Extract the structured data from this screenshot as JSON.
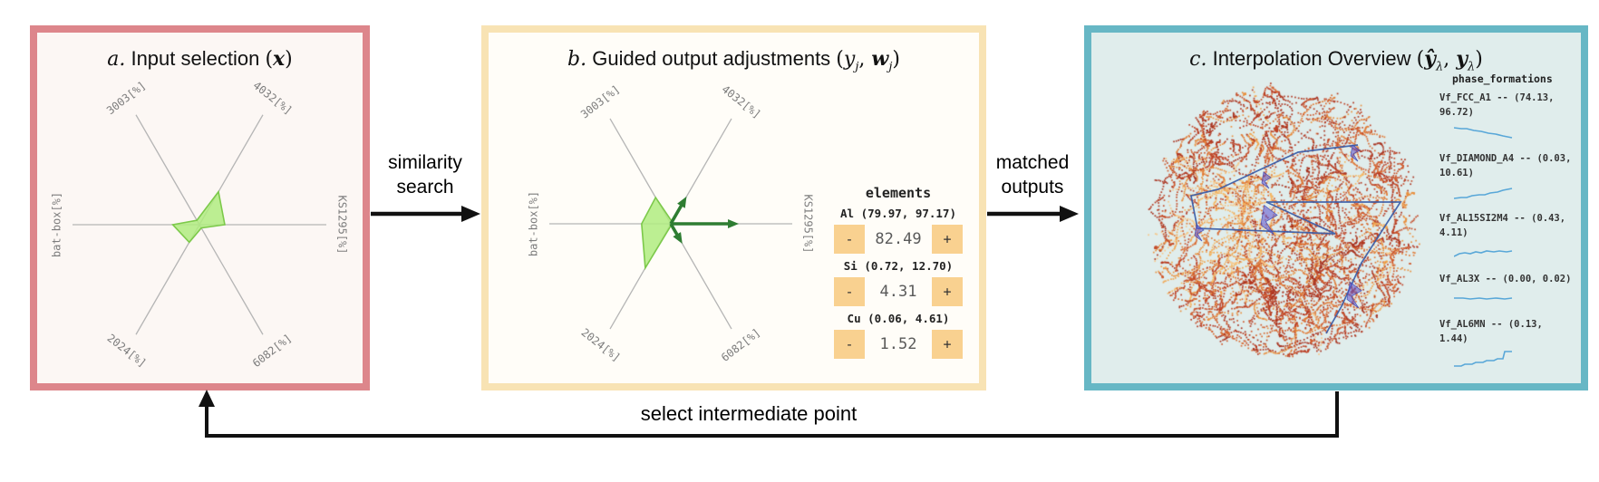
{
  "panels": {
    "a": {
      "title": {
        "pre": "a.",
        "main": " Input selection ",
        "lp": "(",
        "x": "x",
        "rp": ")"
      }
    },
    "b": {
      "title": {
        "pre": "b.",
        "main": " Guided output adjustments ",
        "lp": "(",
        "y": "y",
        "ysub": "j",
        "comma": ", ",
        "w": "w",
        "wsub": "j",
        "rp": ")"
      },
      "elements": {
        "header": "elements",
        "rows": [
          {
            "label": "Al (79.97, 97.17)",
            "value": "82.49",
            "minus": "-",
            "plus": "+"
          },
          {
            "label": "Si (0.72, 12.70)",
            "value": "4.31",
            "minus": "-",
            "plus": "+"
          },
          {
            "label": "Cu (0.06, 4.61)",
            "value": "1.52",
            "minus": "-",
            "plus": "+"
          }
        ]
      }
    },
    "c": {
      "title": {
        "pre": "c.",
        "main": " Interpolation Overview ",
        "lp": "(",
        "yhat": "ŷ",
        "s1": "λ",
        "comma": ", ",
        "y": "y",
        "s2": "λ",
        "rp": ")"
      },
      "phase_formations": {
        "header": "phase_formations",
        "items": [
          {
            "label": "Vf_FCC_A1 -- (74.13, 96.72)",
            "spark": [
              [
                0,
                5
              ],
              [
                8,
                6
              ],
              [
                14,
                6
              ],
              [
                22,
                8
              ],
              [
                30,
                9
              ],
              [
                38,
                11
              ],
              [
                46,
                12
              ],
              [
                54,
                14
              ],
              [
                64,
                16
              ]
            ]
          },
          {
            "label": "Vf_DIAMOND_A4 -- (0.03, 10.61)",
            "spark": [
              [
                0,
                17
              ],
              [
                8,
                16
              ],
              [
                14,
                16
              ],
              [
                20,
                14
              ],
              [
                28,
                13
              ],
              [
                34,
                13
              ],
              [
                40,
                11
              ],
              [
                48,
                10
              ],
              [
                54,
                8
              ],
              [
                64,
                6
              ]
            ]
          },
          {
            "label": "Vf_AL15SI2M4 -- (0.43, 4.11)",
            "spark": [
              [
                0,
                14
              ],
              [
                6,
                11
              ],
              [
                12,
                10
              ],
              [
                18,
                11
              ],
              [
                24,
                9
              ],
              [
                30,
                10
              ],
              [
                36,
                8
              ],
              [
                44,
                9
              ],
              [
                50,
                8
              ],
              [
                58,
                9
              ],
              [
                64,
                8
              ]
            ]
          },
          {
            "label": "Vf_AL3X -- (0.00, 0.02)",
            "spark": [
              [
                0,
                10
              ],
              [
                10,
                10
              ],
              [
                18,
                11
              ],
              [
                28,
                10
              ],
              [
                36,
                11
              ],
              [
                46,
                10
              ],
              [
                56,
                11
              ],
              [
                64,
                10
              ]
            ]
          },
          {
            "label": "Vf_AL6MN -- (0.13, 1.44)",
            "spark": [
              [
                0,
                19
              ],
              [
                8,
                19
              ],
              [
                12,
                17
              ],
              [
                20,
                17
              ],
              [
                24,
                15
              ],
              [
                32,
                15
              ],
              [
                36,
                13
              ],
              [
                44,
                13
              ],
              [
                48,
                11
              ],
              [
                54,
                11
              ],
              [
                56,
                3
              ],
              [
                64,
                3
              ]
            ]
          }
        ]
      }
    }
  },
  "arrows": {
    "similarity": {
      "line1": "similarity",
      "line2": "search"
    },
    "matched": {
      "line1": "matched",
      "line2": "outputs"
    },
    "feedback": {
      "label": "select intermediate point"
    }
  },
  "chart_data": [
    {
      "id": "radar_input",
      "type": "radar",
      "axes": [
        {
          "label": "KS1295[%]",
          "angle": 0,
          "label_rot": 90
        },
        {
          "label": "4032[%]",
          "angle": 60,
          "label_rot": 38
        },
        {
          "label": "3003[%]",
          "angle": 120,
          "label_rot": -38
        },
        {
          "label": "bat-box[%]",
          "angle": 180,
          "label_rot": -90
        },
        {
          "label": "2024[%]",
          "angle": 240,
          "label_rot": 38
        },
        {
          "label": "6082[%]",
          "angle": 300,
          "label_rot": -38
        }
      ],
      "values": [
        0.2,
        0.3,
        0.04,
        0.21,
        0.16,
        0.03
      ]
    },
    {
      "id": "radar_adjust",
      "type": "radar",
      "axes": [
        {
          "label": "KS1295[%]",
          "angle": 0,
          "label_rot": 90
        },
        {
          "label": "4032[%]",
          "angle": 60,
          "label_rot": 38
        },
        {
          "label": "3003[%]",
          "angle": 120,
          "label_rot": -38
        },
        {
          "label": "bat-box[%]",
          "angle": 180,
          "label_rot": -90
        },
        {
          "label": "2024[%]",
          "angle": 240,
          "label_rot": 38
        },
        {
          "label": "6082[%]",
          "angle": 300,
          "label_rot": -38
        }
      ],
      "values": [
        0.01,
        0.02,
        0.25,
        0.24,
        0.42,
        0.01
      ],
      "arrows": [
        {
          "angle": 60,
          "len": 0.26
        },
        {
          "angle": 0,
          "len": 0.56
        },
        {
          "angle": 300,
          "len": 0.19
        }
      ]
    },
    {
      "id": "interpolation_map",
      "type": "scatter",
      "seed": 42,
      "center": [
        211,
        167
      ],
      "radius": 148,
      "path": [
        [
          294,
          84
        ],
        [
          228,
          92
        ],
        [
          193,
          108
        ],
        [
          140,
          133
        ],
        [
          110,
          140
        ],
        [
          117,
          176
        ],
        [
          269,
          182
        ],
        [
          193,
          147
        ],
        [
          341,
          147
        ],
        [
          298,
          214
        ],
        [
          276,
          262
        ],
        [
          259,
          292
        ]
      ],
      "markers": [
        [
          193,
          122,
          1
        ],
        [
          196,
          165,
          1.8
        ],
        [
          119,
          180,
          1
        ],
        [
          291,
          92,
          1
        ],
        [
          290,
          248,
          1.6
        ]
      ]
    }
  ],
  "colors": {
    "panel-a-border": "#dd868b",
    "panel-a-bg": "#fcf7f4",
    "panel-b-border": "#f8e3b4",
    "panel-b-bg": "#fffdf8",
    "panel-c-border": "#67b7c5",
    "panel-c-bg": "#e0edec",
    "radar-line": "#b5b5b5",
    "radar-label": "#7d7d7d",
    "poly-fill": "#b0ec80",
    "poly-stroke": "#7cc94a",
    "arrow-green": "#2e7d32",
    "btn-bg": "#f9d190",
    "value-color": "#5a5a5a",
    "spark": "#58a7d8",
    "path-blue": "#3a5da8",
    "marker-purple": "#5a4fd0",
    "arrow-black": "#111111"
  }
}
